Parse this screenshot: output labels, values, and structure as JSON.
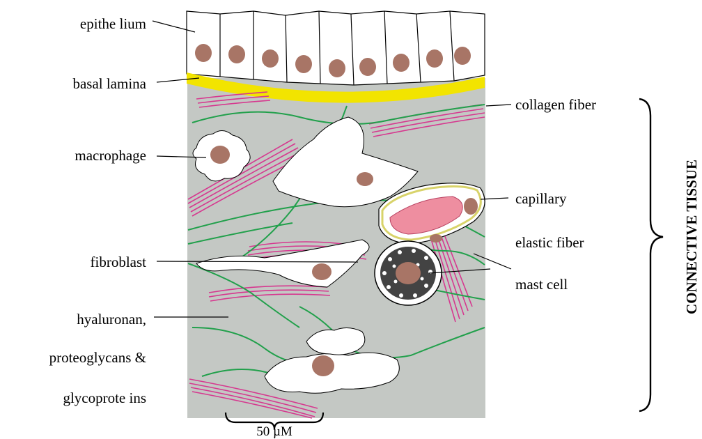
{
  "labels": {
    "epithelium": "epithe lium",
    "basal_lamina": "basal lamina",
    "macrophage": "macrophage",
    "fibroblast": "fibroblast",
    "ground_line1": "hyaluronan,",
    "ground_line2": "proteoglycans &",
    "ground_line3": "glycoprote ins",
    "collagen_fiber": "collagen fiber",
    "capillary": "capillary",
    "elastic_fiber": "elastic fiber",
    "mast_cell": "mast cell",
    "scale": "50 µM",
    "region": "CONNECTIVE TISSUE"
  },
  "colors": {
    "matrix": "#c4c8c4",
    "basal_lamina": "#f2e400",
    "collagen": "#d6388f",
    "elastic": "#21a04b",
    "nucleus": "#a87566",
    "capillary_lumen": "#ee8ea0",
    "capillary_wall": "#d8d36a"
  }
}
